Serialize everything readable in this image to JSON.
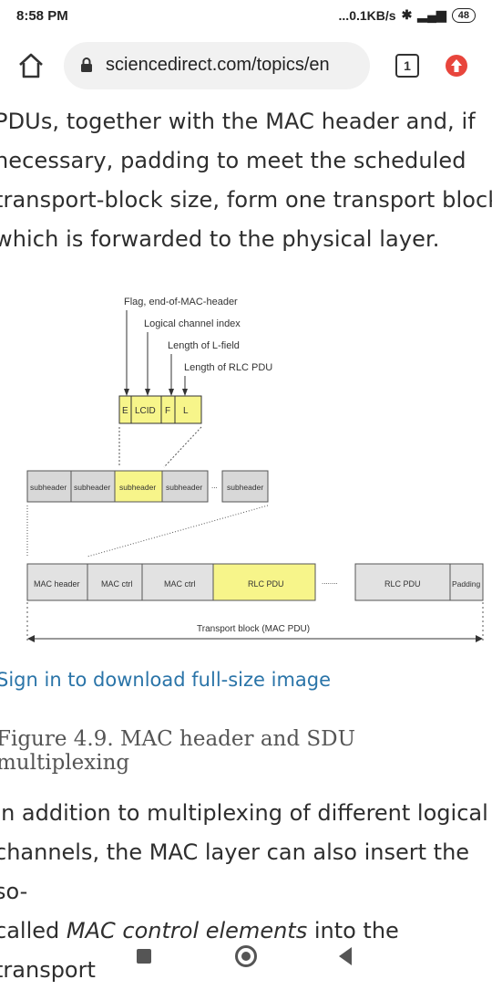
{
  "status_bar": {
    "time": "8:58 PM",
    "network_speed": "...0.1KB/s",
    "battery": "48"
  },
  "browser": {
    "url": "sciencedirect.com/topics/en",
    "tab_count": "1"
  },
  "article": {
    "lines": [
      "PDUs, together with the MAC header and, if",
      "necessary, padding to meet the scheduled",
      "transport-block size, form one transport block",
      "which is forwarded to the physical layer."
    ]
  },
  "figure": {
    "labels": {
      "flag": "Flag, end-of-MAC-header",
      "lcid_index": "Logical channel index",
      "l_field": "Length of L-field",
      "rlc_len": "Length of RLC PDU"
    },
    "header_fields": [
      "E",
      "LCID",
      "F",
      "L"
    ],
    "subheaders": [
      "subheader",
      "subheader",
      "subheader",
      "subheader",
      "subheader"
    ],
    "ellipsis": "...",
    "block_cells": [
      "MAC header",
      "MAC ctrl",
      "MAC ctrl",
      "RLC PDU",
      "RLC PDU",
      "Padding"
    ],
    "dots": "........",
    "transport_label": "Transport block (MAC PDU)",
    "highlight_color": "#f7f58a"
  },
  "sign_in_link": "Sign in to download full-size image",
  "caption": "Figure 4.9. MAC header and SDU multiplexing",
  "para2": {
    "line1": "In addition to multiplexing of different logical",
    "line2": "channels, the MAC layer can also insert the so-",
    "line3_pre": "called ",
    "line3_em": "MAC control elements",
    "line3_post": " into the transport"
  }
}
